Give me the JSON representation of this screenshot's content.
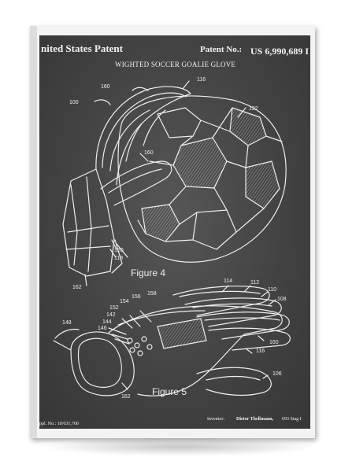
{
  "patent": {
    "header_left": "nited States Patent",
    "patent_no_label": "Patent No.:",
    "patent_no": "US 6,990,689 I",
    "title": "WIGHTED SOCCER GOALIE GLOVE",
    "figure_4_label": "Figure 4",
    "figure_5_label": "Figure 5",
    "inventor_label": "Inventor:",
    "inventor_name": "Dietor Thellmann,",
    "inventor_address": "693 Stag I",
    "application_no": "ppl. No.: 10/631,700"
  },
  "reference_numbers": {
    "n100": "100",
    "n116": "116",
    "n160a": "160",
    "n122": "122",
    "n160b": "160",
    "n120": "120",
    "n118": "118",
    "n162a": "162",
    "n114": "114",
    "n112": "112",
    "n110": "110",
    "n108": "108",
    "n156": "156",
    "n158": "158",
    "n154": "154",
    "n152": "152",
    "n142": "142",
    "n144": "144",
    "n146": "146",
    "n148": "148",
    "n160c": "160",
    "n116b": "116",
    "n106": "106",
    "n162b": "162"
  },
  "colors": {
    "chalkboard": "#4a4a4a",
    "chalk": "#f2f2f2",
    "frame": "#f3f3f3"
  }
}
